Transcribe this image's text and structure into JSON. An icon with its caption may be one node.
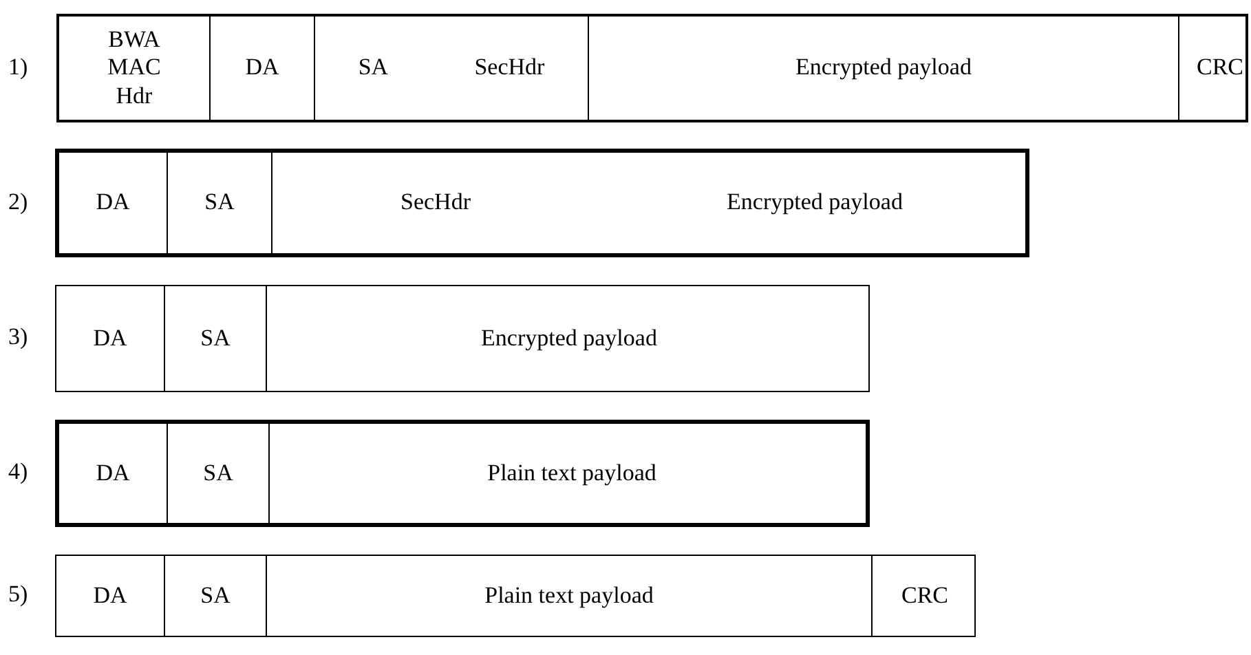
{
  "diagram": {
    "nodes": [
      {
        "text": [],
        "shape": "box",
        "beside": [
          "1)"
        ]
      },
      {
        "text": [
          "BWA MAC Hdr"
        ],
        "in": 0
      },
      {
        "text": [
          "DA"
        ],
        "in": 0
      },
      {
        "text": [
          "SA",
          "SecHdr"
        ],
        "in": 0
      },
      {
        "text": [
          "Encrypted payload"
        ],
        "in": 0
      },
      {
        "text": [
          "CRC"
        ],
        "in": 0
      },
      {
        "text": [],
        "shape": "box",
        "beside": [
          "2)"
        ]
      },
      {
        "text": [
          "DA"
        ],
        "in": 6
      },
      {
        "text": [
          "SA"
        ],
        "in": 6
      },
      {
        "text": [
          "SecHdr",
          "Encrypted payload"
        ],
        "in": 6
      },
      {
        "text": [],
        "shape": "box",
        "beside": [
          "3)"
        ]
      },
      {
        "text": [
          "DA"
        ],
        "in": 10
      },
      {
        "text": [
          "SA"
        ],
        "in": 10
      },
      {
        "text": [
          "Encrypted payload"
        ],
        "in": 10
      },
      {
        "text": [],
        "shape": "box",
        "beside": [
          "4)"
        ]
      },
      {
        "text": [
          "DA"
        ],
        "in": 14
      },
      {
        "text": [
          "SA"
        ],
        "in": 14
      },
      {
        "text": [
          "Plain text payload"
        ],
        "in": 14
      },
      {
        "text": [],
        "shape": "box",
        "beside": [
          "5)"
        ]
      },
      {
        "text": [
          "DA"
        ],
        "in": 18
      },
      {
        "text": [
          "SA"
        ],
        "in": 18
      },
      {
        "text": [
          "Plain text payload"
        ],
        "in": 18
      },
      {
        "text": [
          "CRC"
        ],
        "in": 18
      }
    ]
  }
}
